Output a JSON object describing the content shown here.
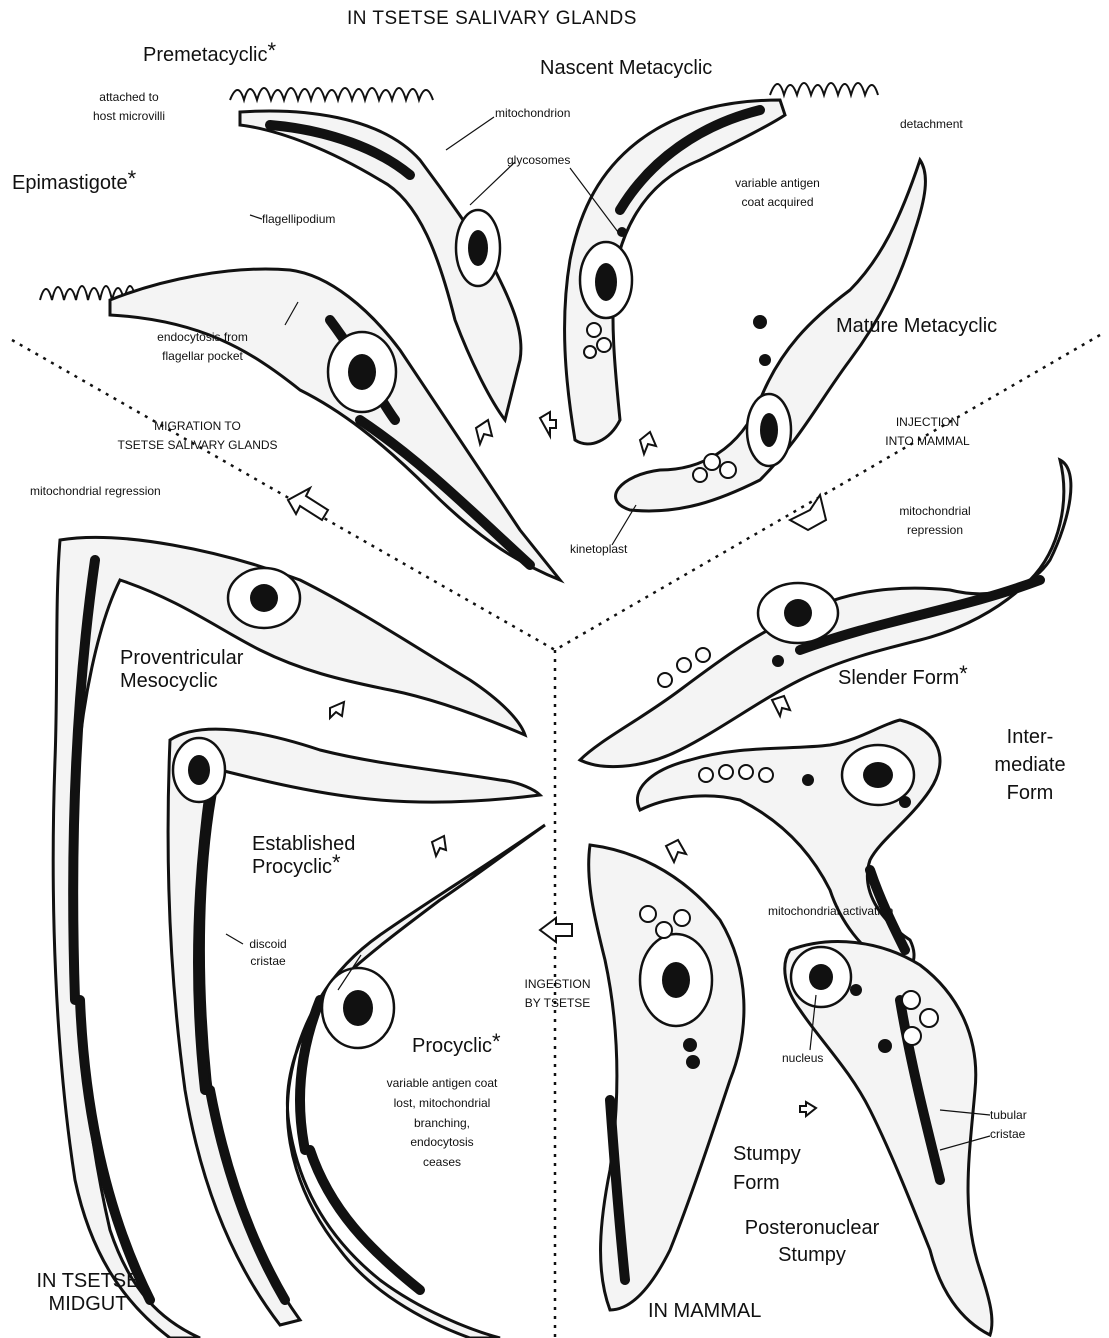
{
  "regions": {
    "salivary": "IN TSETSE SALIVARY GLANDS",
    "midgut_line1": "IN TSETSE",
    "midgut_line2": "MIDGUT",
    "mammal": "IN MAMMAL"
  },
  "stages": {
    "premetacyclic": "Premetacyclic",
    "nascent_metacyclic": "Nascent Metacyclic",
    "epimastigote": "Epimastigote",
    "mature_metacyclic": "Mature Metacyclic",
    "proventricular_line1": "Proventricular",
    "proventricular_line2": "Mesocyclic",
    "established_line1": "Established",
    "established_line2": "Procyclic",
    "procyclic": "Procyclic",
    "slender_form": "Slender Form",
    "intermediate_line1": "Inter-",
    "intermediate_line2": "mediate",
    "intermediate_line3": "Form",
    "stumpy_line1": "Stumpy",
    "stumpy_line2": "Form",
    "posteronuclear_line1": "Posteronuclear",
    "posteronuclear_line2": "Stumpy",
    "asterisk": "*"
  },
  "annotations": {
    "attached_line1": "attached to",
    "attached_line2": "host microvilli",
    "mitochondrion": "mitochondrion",
    "glycosomes": "glycosomes",
    "detachment": "detachment",
    "antigen_acquired_line1": "variable antigen",
    "antigen_acquired_line2": "coat acquired",
    "flagellipodium": "flagellipodium",
    "endocytosis_line1": "endocytosis from",
    "endocytosis_line2": "flagellar pocket",
    "migration_line1": "MIGRATION TO",
    "migration_line2": "TSETSE SALIVARY GLANDS",
    "injection_line1": "INJECTION",
    "injection_line2": "INTO MAMMAL",
    "mito_regression": "mitochondrial regression",
    "mito_repression_line1": "mitochondrial",
    "mito_repression_line2": "repression",
    "kinetoplast": "kinetoplast",
    "discoid_line1": "discoid",
    "discoid_line2": "cristae",
    "ingestion_line1": "INGESTION",
    "ingestion_line2": "BY TSETSE",
    "procyclic_note_line1": "variable antigen coat",
    "procyclic_note_line2": "lost, mitochondrial",
    "procyclic_note_line3": "branching,",
    "procyclic_note_line4": "endocytosis",
    "procyclic_note_line5": "ceases",
    "mito_activation": "mitochondrial activation",
    "nucleus": "nucleus",
    "tubular_line1": "tubular",
    "tubular_line2": "cristae"
  },
  "colors": {
    "ink": "#111111",
    "paper": "#ffffff",
    "cell_fill": "#f4f4f4"
  }
}
